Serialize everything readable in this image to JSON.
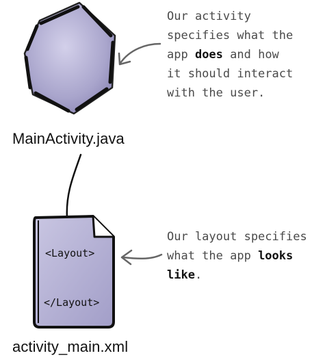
{
  "activity": {
    "file_label": "MainActivity.java",
    "note": {
      "line1": "Our activity",
      "line2": "specifies what the",
      "line3_pre": "app ",
      "line3_bold": "does",
      "line3_post": " and how",
      "line4": "it should interact",
      "line5": "with the user."
    }
  },
  "layout": {
    "file_label": "activity_main.xml",
    "open_tag": "<Layout>",
    "close_tag": "</Layout>",
    "note": {
      "line1": "Our layout specifies",
      "line2_pre": "what the app ",
      "line2_bold": "looks",
      "line3_bold": "like",
      "line3_post": "."
    }
  },
  "colors": {
    "shape_fill": "#a9a5cc",
    "shape_highlight": "#c9c6e2",
    "stroke": "#111111",
    "arrow": "#666666"
  }
}
